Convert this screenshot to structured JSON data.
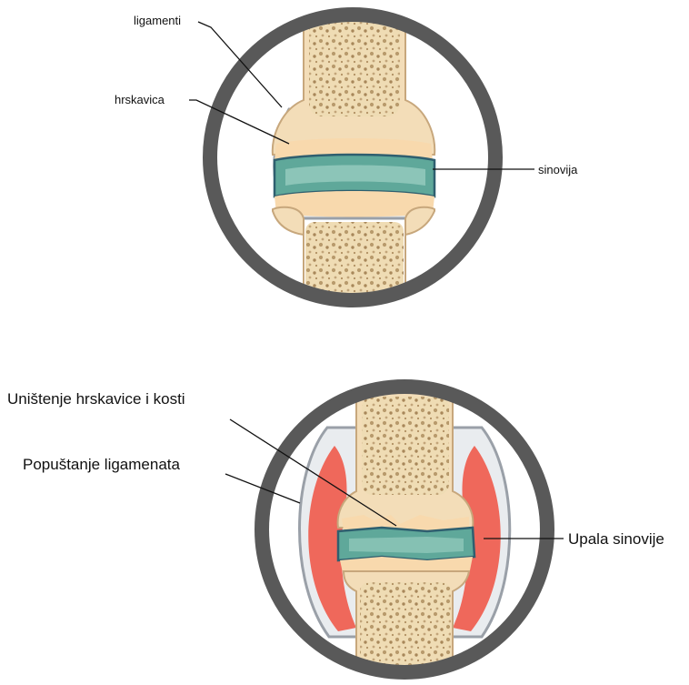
{
  "diagrams": {
    "healthy": {
      "labels": {
        "ligaments": "ligamenti",
        "cartilage": "hrskavica",
        "synovium": "sinovija"
      }
    },
    "arthritic": {
      "labels": {
        "destruction": "Uništenje hrskavice i kosti",
        "loosening": "Popuštanje ligamenata",
        "inflammation": "Upala sinovije"
      }
    }
  },
  "colors": {
    "ring": "#595959",
    "bone": "#efdcb4",
    "bone_pore": "#b89a6c",
    "cartilage": "#f6d7ae",
    "synovial_fluid": "#5fa89a",
    "synovium": "#e46a5c",
    "inflamed_synovium": "#ef5a4a",
    "capsule": "#9aa0a8"
  }
}
